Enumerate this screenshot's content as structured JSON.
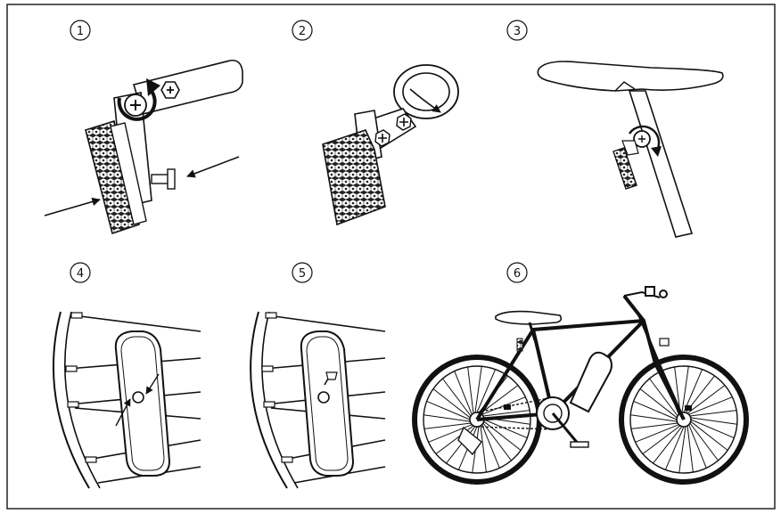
{
  "steps": [
    {
      "label": "1"
    },
    {
      "label": "2"
    },
    {
      "label": "3"
    },
    {
      "label": "4"
    },
    {
      "label": "5"
    },
    {
      "label": "6"
    }
  ],
  "colors": {
    "ink": "#111111",
    "paper": "#ffffff",
    "frame": "#222222"
  }
}
